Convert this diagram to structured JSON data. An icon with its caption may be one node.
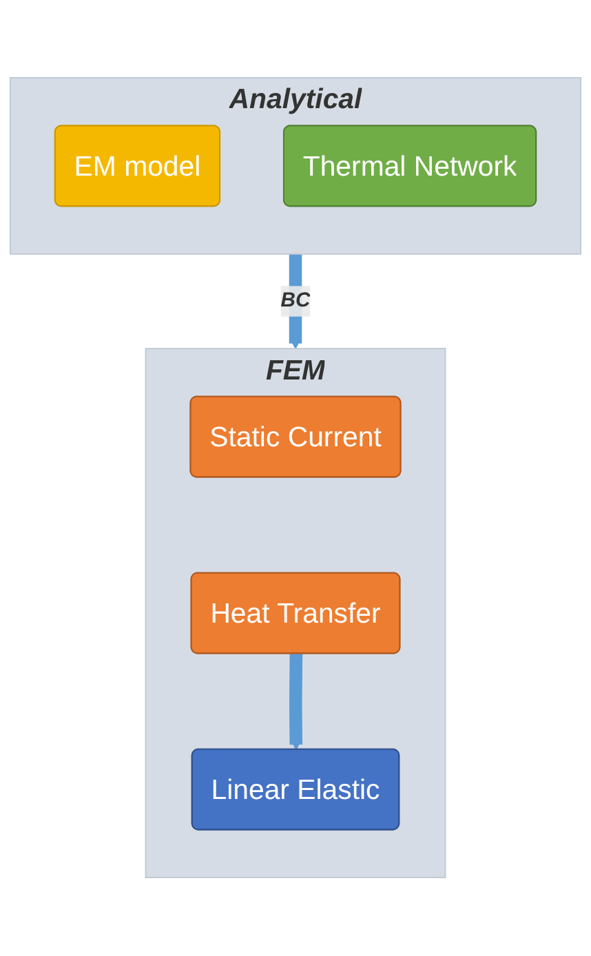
{
  "diagram": {
    "nodes": [
      {
        "text": [
          "Analytical"
        ]
      },
      {
        "text": [
          "EM model"
        ],
        "in": 0
      },
      {
        "text": [
          "Thermal Network"
        ],
        "in": 0
      },
      {
        "text": [
          "FEM"
        ]
      },
      {
        "text": [
          "Static Current"
        ],
        "in": 3
      },
      {
        "text": [
          "Heat Transfer"
        ],
        "in": 3
      },
      {
        "text": [
          "Linear Elastic"
        ],
        "in": 3
      }
    ],
    "edges": [
      {
        "from": 0,
        "to": 3,
        "arrow": "to",
        "label": "BC",
        "color": "#5b9bd5"
      },
      {
        "from": 5,
        "to": 6,
        "arrow": "to",
        "color": "#5b9bd5"
      }
    ]
  }
}
